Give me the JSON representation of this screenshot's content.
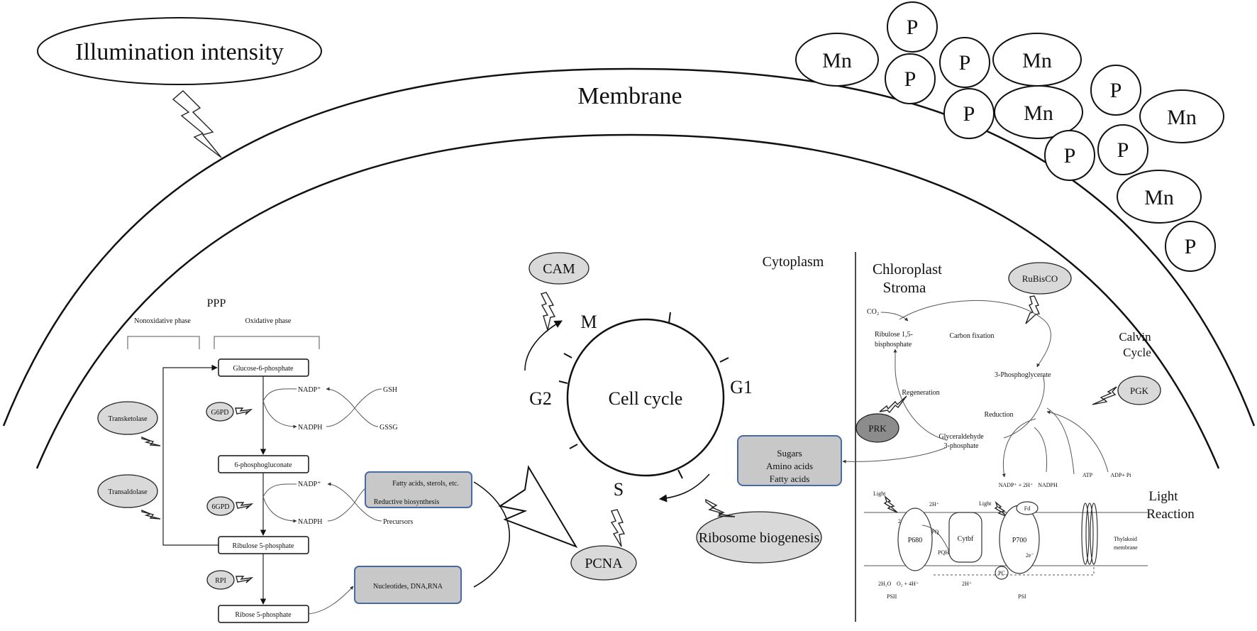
{
  "illumination": "Illumination intensity",
  "membrane": "Membrane",
  "cytoplasm": "Cytoplasm",
  "ions": {
    "p": "P",
    "mn": "Mn"
  },
  "ppp": {
    "title": "PPP",
    "nonoxidative": "Nonoxidative phase",
    "oxidative": "Oxidative phase",
    "glucose6p": "Glucose-6-phosphate",
    "phosphogluconate": "6-phosphogluconate",
    "ribulose5p": "Ribulose 5-phosphate",
    "ribose5p": "Ribose 5-phosphate",
    "g6pd": "G6PD",
    "gpd6": "6GPD",
    "rpi": "RPI",
    "transketolase": "Transketolase",
    "transaldolase": "Transaldolase",
    "nadp": "NADP⁺",
    "nadph": "NADPH",
    "gsh": "GSH",
    "gssg": "GSSG",
    "precursors": "Precursors",
    "fatty_box": "Fatty acids, sterols, etc.",
    "reductive": "Reductive biosynthesis",
    "nucleotides": "Nucleotides, DNA,RNA"
  },
  "cell_cycle": {
    "title": "Cell cycle",
    "m": "M",
    "g1": "G1",
    "g2": "G2",
    "s": "S",
    "cam": "CAM",
    "pcna": "PCNA",
    "ribosome": "Ribosome biogenesis",
    "products": [
      "Sugars",
      "Amino acids",
      "Fatty acids"
    ]
  },
  "chloroplast": {
    "title1": "Chloroplast",
    "title2": "Stroma",
    "rubisco": "RuBisCO",
    "co2": "CO₂",
    "ribulose1": "Ribulose 1,5-",
    "ribulose2": "bisphosphate",
    "carbon_fixation": "Carbon fixation",
    "calvin1": "Calvin",
    "calvin2": "Cycle",
    "phosphoglycerate": "3-Phosphoglycerate",
    "pgk": "PGK",
    "prk": "PRK",
    "regeneration": "Regeneration",
    "reduction": "Reduction",
    "glyceraldehyde1": "Glyceraldehyde",
    "glyceraldehyde2": "3-phosphate",
    "nadp_h": "NADP⁺ + 2H⁺",
    "nadph": "NADPH",
    "atp": "ATP",
    "adp": "ADP+ Pi",
    "light_reaction1": "Light",
    "light_reaction2": "Reaction",
    "light": "Light",
    "twoh": "2H⁺",
    "twoe": "2e⁻",
    "pq": "PQ",
    "pqh2": "PQH₂",
    "cytbf": "Cytbf",
    "p680": "P680",
    "p700": "P700",
    "fd": "Fd",
    "pc": "PC",
    "h2o": "2H₂O",
    "o2": "O₂ + 4H⁺",
    "psii": "PSII",
    "psi": "PSI",
    "thylakoid1": "Thylakoid",
    "thylakoid2": "membrane"
  }
}
